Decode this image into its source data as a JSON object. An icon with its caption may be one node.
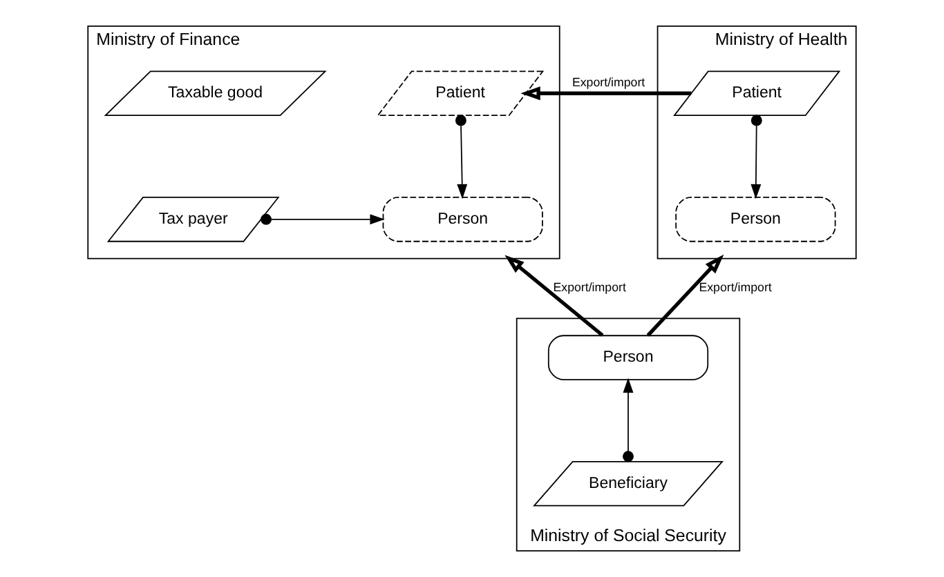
{
  "diagram": {
    "nodes": [
      {
        "text": [
          "Ministry of Finance"
        ]
      },
      {
        "text": [
          "Taxable good"
        ],
        "in": 0
      },
      {
        "text": [
          "Patient"
        ],
        "in": 0
      },
      {
        "text": [
          "Tax payer"
        ],
        "in": 0
      },
      {
        "text": [
          "Person"
        ],
        "in": 0
      },
      {
        "text": [
          "Ministry of Health"
        ]
      },
      {
        "text": [
          "Patient"
        ],
        "in": 5
      },
      {
        "text": [
          "Person"
        ],
        "in": 5
      },
      {
        "text": [
          "Ministry of Social Security"
        ]
      },
      {
        "text": [
          "Person"
        ],
        "in": 8
      },
      {
        "text": [
          "Beneficiary"
        ],
        "in": 8
      }
    ],
    "edges": [
      {
        "from": 2,
        "to": 4,
        "arrow": "to"
      },
      {
        "from": 3,
        "to": 4,
        "arrow": "to"
      },
      {
        "from": 6,
        "to": 7,
        "arrow": "to"
      },
      {
        "from": 10,
        "to": 9,
        "arrow": "to"
      },
      {
        "from": 6,
        "to": 2,
        "arrow": "to",
        "label": "Export/import",
        "style": "thick"
      },
      {
        "from": 9,
        "to": 0,
        "arrow": "to",
        "label": "Export/import",
        "style": "thick"
      },
      {
        "from": 9,
        "to": 5,
        "arrow": "to",
        "label": "Export/import",
        "style": "thick"
      }
    ]
  }
}
